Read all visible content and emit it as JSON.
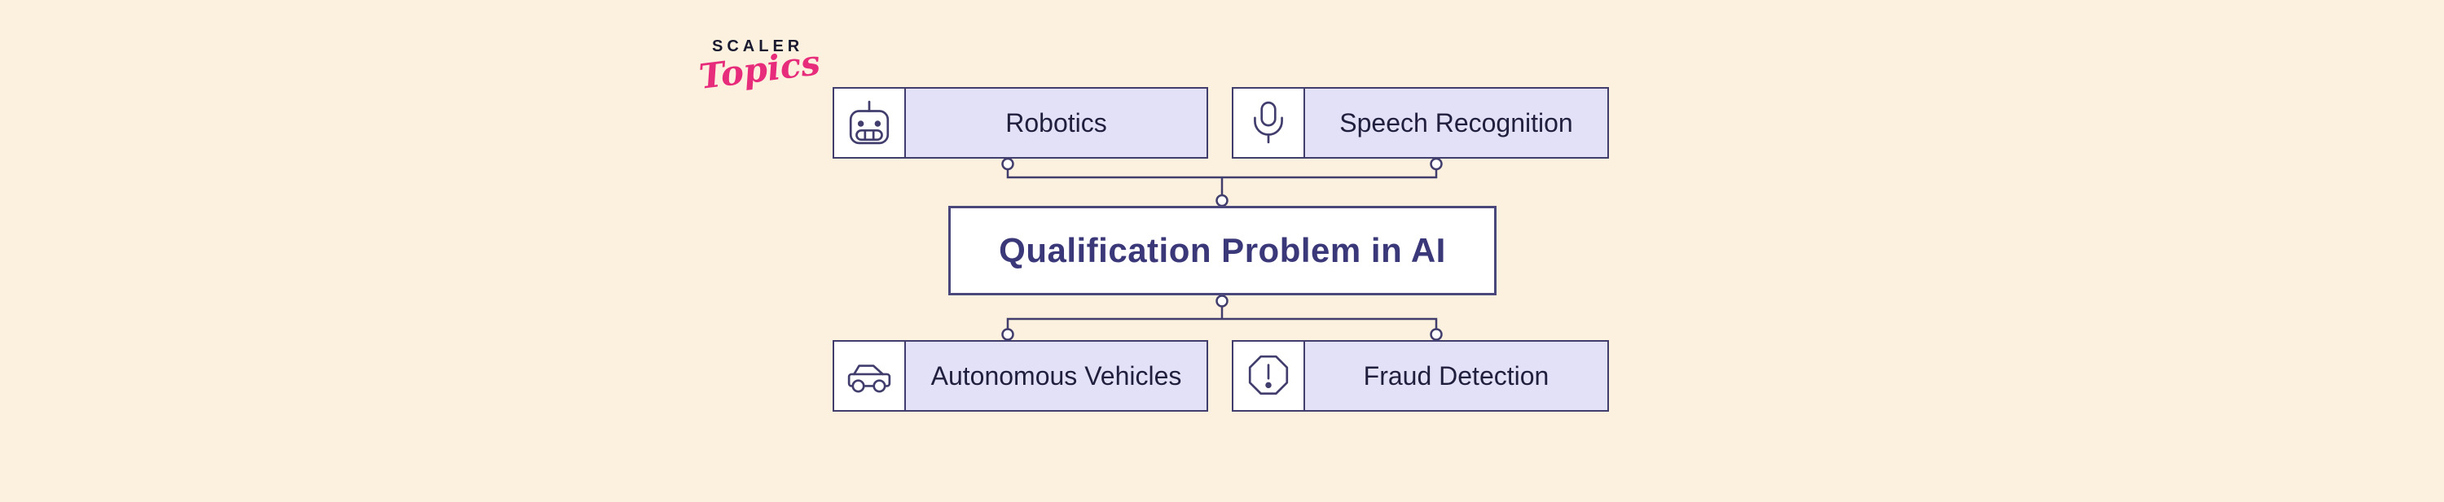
{
  "logo": {
    "brand": "SCALER",
    "product": "Topics",
    "brand_color": "#191930",
    "product_color": "#E72C7C"
  },
  "diagram": {
    "title": {
      "label": "Qualification Problem in AI",
      "color": "#3B3879"
    },
    "nodes": [
      {
        "id": "robotics",
        "label": "Robotics",
        "icon": "robot-icon",
        "position": "top-left"
      },
      {
        "id": "speech-recognition",
        "label": "Speech Recognition",
        "icon": "microphone-icon",
        "position": "top-right"
      },
      {
        "id": "autonomous-vehicles",
        "label": "Autonomous Vehicles",
        "icon": "car-icon",
        "position": "bottom-left"
      },
      {
        "id": "fraud-detection",
        "label": "Fraud Detection",
        "icon": "alert-octagon-icon",
        "position": "bottom-right"
      }
    ],
    "colors": {
      "background": "#FCF1DE",
      "node_fill": "#E3E1F8",
      "icon_cell_fill": "#FFFFFF",
      "stroke": "#413E6E",
      "label_text": "#201F3D"
    }
  }
}
